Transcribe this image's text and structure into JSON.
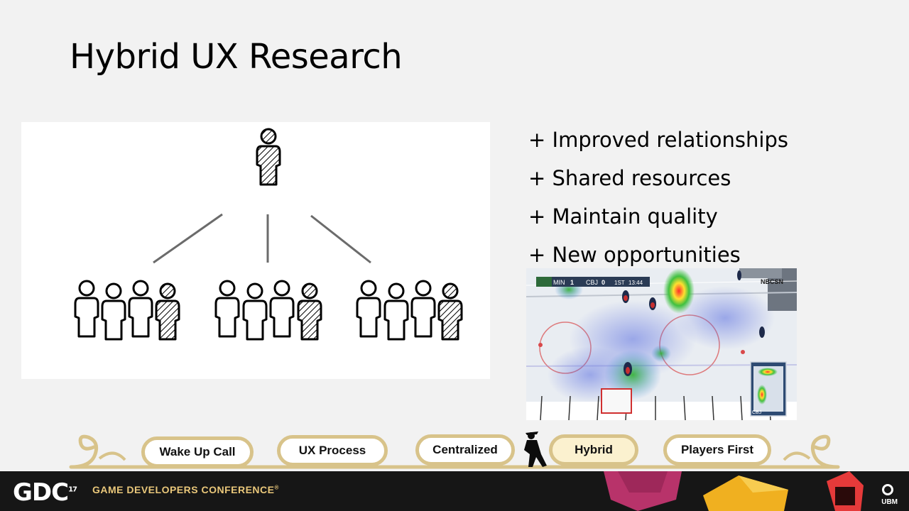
{
  "slide": {
    "title": "Hybrid UX Research",
    "bullets": [
      "+ Improved relationships",
      "+ Shared resources",
      "+ Maintain quality",
      "+ New opportunities"
    ]
  },
  "nav": {
    "items": [
      {
        "label": "Wake Up Call",
        "active": false
      },
      {
        "label": "UX Process",
        "active": false
      },
      {
        "label": "Centralized",
        "active": false
      },
      {
        "label": "Hybrid",
        "active": true
      },
      {
        "label": "Players First",
        "active": false
      }
    ]
  },
  "heatmap": {
    "scoreboard": {
      "home": "MIN",
      "home_score": "1",
      "away": "CBJ",
      "away_score": "0",
      "period": "1ST",
      "clock": "13:44"
    },
    "network": "NBCSN",
    "minimap_label": "CBJ"
  },
  "footer": {
    "logo": "GDC",
    "logo_sup": "17",
    "tagline": "GAME DEVELOPERS CONFERENCE",
    "tagline_mark": "®",
    "sponsor": "UBM"
  },
  "colors": {
    "background": "#f2f2f2",
    "gold": "#d8c38a",
    "footer": "#161616",
    "accent_red": "#e63a3a",
    "accent_pink": "#b8336a",
    "accent_yellow": "#f0b020"
  }
}
